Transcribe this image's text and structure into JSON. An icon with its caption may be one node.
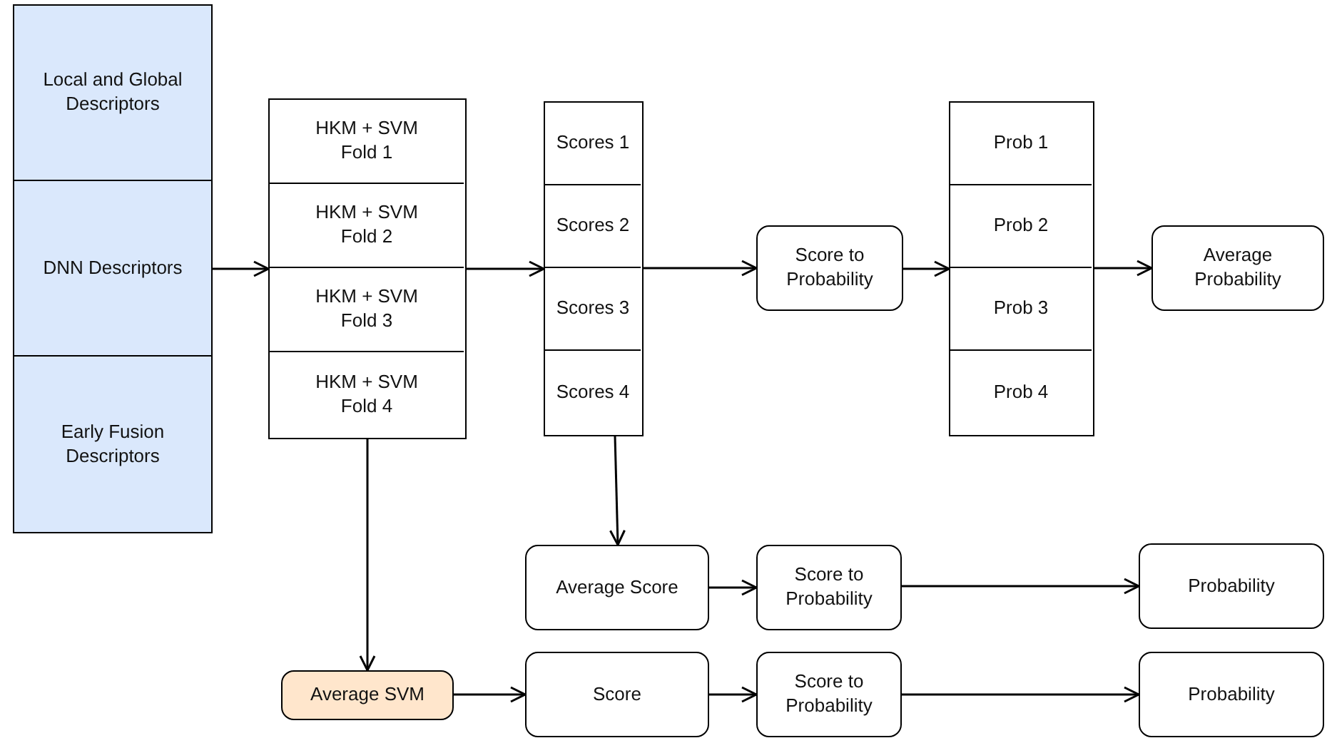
{
  "diagram": {
    "nodes": [
      {
        "text": [
          "Local and Global Descriptors"
        ]
      },
      {
        "text": [
          "DNN Descriptors"
        ]
      },
      {
        "text": [
          "Early Fusion Descriptors"
        ]
      },
      {
        "text": [],
        "shape": "box"
      },
      {
        "text": [
          "HKM + SVM Fold 1"
        ],
        "in": 3
      },
      {
        "text": [
          "HKM + SVM Fold 2"
        ],
        "in": 3
      },
      {
        "text": [
          "HKM + SVM Fold 3"
        ],
        "in": 3
      },
      {
        "text": [
          "HKM + SVM Fold 4"
        ],
        "in": 3
      },
      {
        "text": [],
        "shape": "box"
      },
      {
        "text": [
          "Scores 1"
        ],
        "in": 8
      },
      {
        "text": [
          "Scores 2"
        ],
        "in": 8
      },
      {
        "text": [
          "Scores 3"
        ],
        "in": 8
      },
      {
        "text": [
          "Scores 4"
        ],
        "in": 8
      },
      {
        "text": [
          "Score to Probability"
        ]
      },
      {
        "text": [],
        "shape": "box"
      },
      {
        "text": [
          "Prob 1"
        ],
        "in": 14
      },
      {
        "text": [
          "Prob 2"
        ],
        "in": 14
      },
      {
        "text": [
          "Prob 3"
        ],
        "in": 14
      },
      {
        "text": [
          "Prob 4"
        ],
        "in": 14
      },
      {
        "text": [
          "Average Probability"
        ]
      },
      {
        "text": [
          "Average Score"
        ]
      },
      {
        "text": [
          "Score to Probability"
        ]
      },
      {
        "text": [
          "Probability"
        ]
      },
      {
        "text": [
          "Average SVM"
        ]
      },
      {
        "text": [
          "Score"
        ]
      },
      {
        "text": [
          "Score to Probability"
        ]
      },
      {
        "text": [
          "Probability"
        ]
      }
    ],
    "edges": [
      {
        "from": 1,
        "to": 3,
        "arrow": "to"
      },
      {
        "from": 3,
        "to": 8,
        "arrow": "to"
      },
      {
        "from": 8,
        "to": 13,
        "arrow": "to"
      },
      {
        "from": 13,
        "to": 14,
        "arrow": "to"
      },
      {
        "from": 14,
        "to": 19,
        "arrow": "to"
      },
      {
        "from": 3,
        "to": 23,
        "arrow": "to"
      },
      {
        "from": 8,
        "to": 20,
        "arrow": "to"
      },
      {
        "from": 20,
        "to": 21,
        "arrow": "to"
      },
      {
        "from": 21,
        "to": 22,
        "arrow": "to"
      },
      {
        "from": 23,
        "to": 24,
        "arrow": "to"
      },
      {
        "from": 24,
        "to": 25,
        "arrow": "to"
      },
      {
        "from": 25,
        "to": 26,
        "arrow": "to"
      }
    ]
  }
}
